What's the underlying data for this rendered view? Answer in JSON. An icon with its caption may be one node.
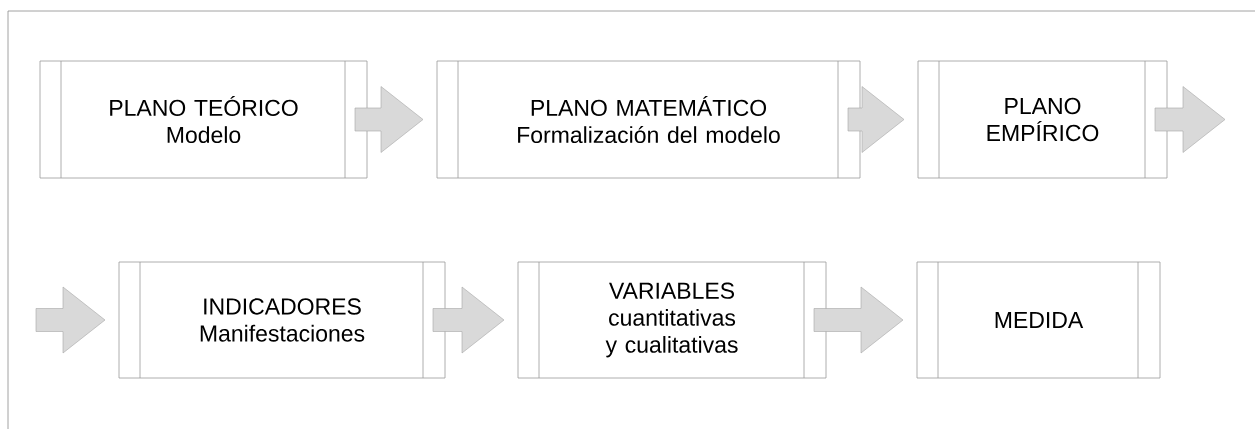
{
  "diagram": {
    "nodes": [
      {
        "text": [
          "PLANO TEÓRICO",
          "Modelo"
        ]
      },
      {
        "text": [
          "PLANO MATEMÁTICO",
          "Formalización del modelo"
        ]
      },
      {
        "text": [
          "PLANO EMPÍRICO"
        ]
      },
      {
        "text": [
          "INDICADORES",
          "Manifestaciones"
        ]
      },
      {
        "text": [
          "VARIABLES",
          "cuantitativas y cualitativas"
        ]
      },
      {
        "text": [
          "MEDIDA"
        ]
      }
    ],
    "edges": [
      {
        "from": 0,
        "to": 1,
        "arrow": "to"
      },
      {
        "from": 1,
        "to": 2,
        "arrow": "to"
      },
      {
        "from": 2,
        "to": null,
        "arrow": "to"
      },
      {
        "from": null,
        "to": 3,
        "arrow": "to"
      },
      {
        "from": 3,
        "to": 4,
        "arrow": "to"
      },
      {
        "from": 4,
        "to": 5,
        "arrow": "to"
      }
    ]
  }
}
